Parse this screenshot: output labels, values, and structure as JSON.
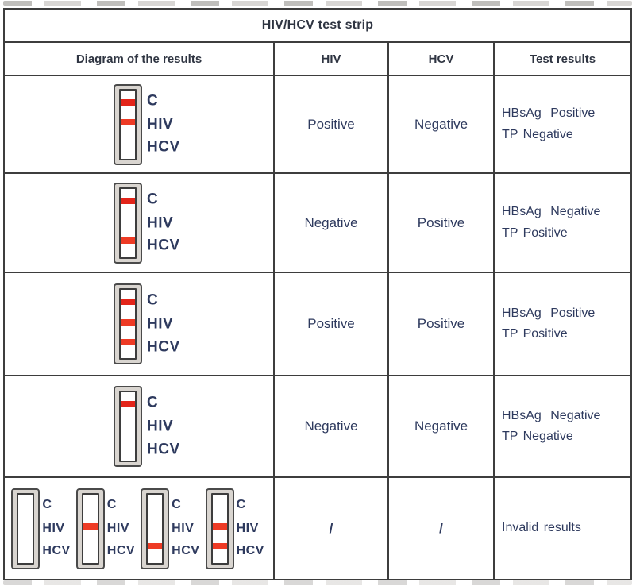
{
  "table": {
    "title": "HIV/HCV test strip",
    "columns": [
      "Diagram of the results",
      "HIV",
      "HCV",
      "Test results"
    ],
    "strip_labels": [
      "C",
      "HIV",
      "HCV"
    ],
    "rows": [
      {
        "strip": {
          "c": true,
          "hiv": true,
          "hcv": false
        },
        "hiv": "Positive",
        "hcv": "Negative",
        "result": [
          "HBsAg Positive",
          "TP Negative"
        ]
      },
      {
        "strip": {
          "c": true,
          "hiv": false,
          "hcv": true
        },
        "hiv": "Negative",
        "hcv": "Positive",
        "result": [
          "HBsAg Negative",
          "TP Positive"
        ]
      },
      {
        "strip": {
          "c": true,
          "hiv": true,
          "hcv": true
        },
        "hiv": "Positive",
        "hcv": "Positive",
        "result": [
          "HBsAg Positive",
          "TP Positive"
        ]
      },
      {
        "strip": {
          "c": true,
          "hiv": false,
          "hcv": false
        },
        "hiv": "Negative",
        "hcv": "Negative",
        "result": [
          "HBsAg Negative",
          "TP Negative"
        ]
      }
    ],
    "invalid_row": {
      "strips": [
        {
          "c": false,
          "hiv": false,
          "hcv": false
        },
        {
          "c": false,
          "hiv": true,
          "hcv": false
        },
        {
          "c": false,
          "hiv": false,
          "hcv": true
        },
        {
          "c": false,
          "hiv": true,
          "hcv": true
        }
      ],
      "hiv": "/",
      "hcv": "/",
      "result": "Invalid results"
    }
  },
  "colors": {
    "line_red": "#e3251a",
    "line_red_soft": "#ee3b25",
    "text_navy": "#2e3a5e",
    "header_text": "#2f3542",
    "border_dark": "#3d3d3d",
    "strip_body": "#d9d5d0",
    "strip_border": "#4a4a4a"
  }
}
